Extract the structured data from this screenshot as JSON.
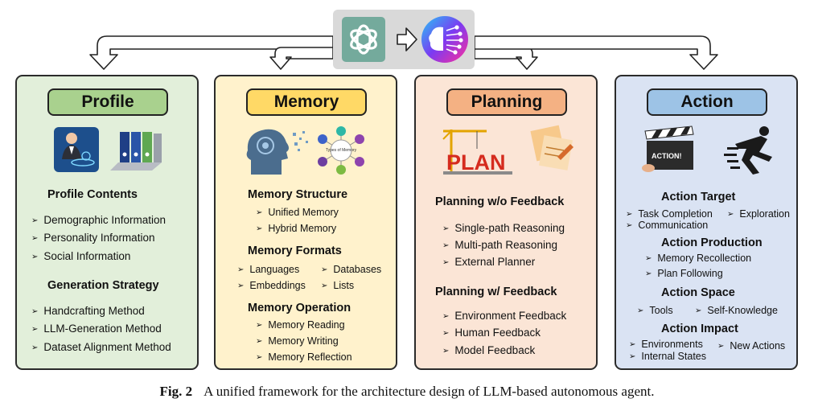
{
  "colors": {
    "profile_bg": "#e2efda",
    "profile_pill": "#a9d18e",
    "memory_bg": "#fff2cc",
    "memory_pill": "#ffd966",
    "planning_bg": "#fbe5d6",
    "planning_pill": "#f4b183",
    "action_bg": "#dae3f3",
    "action_pill": "#9dc3e6",
    "top_box": "#d9d9d9"
  },
  "icons": {
    "llm_logo": "openai-knot-icon",
    "transition": "outline-right-arrow-icon",
    "ai_brain": "neural-brain-icon"
  },
  "profile": {
    "title": "Profile",
    "images": [
      "businessman-hologram-icon",
      "filing-cabinet-icon"
    ],
    "contents_heading": "Profile Contents",
    "contents": [
      "Demographic  Information",
      "Personality Information",
      "Social Information"
    ],
    "strategy_heading": "Generation Strategy",
    "strategies": [
      "Handcrafting Method",
      "LLM-Generation Method",
      "Dataset  Alignment Method"
    ]
  },
  "memory": {
    "title": "Memory",
    "images": [
      "digital-head-icon",
      "memory-types-wheel-icon"
    ],
    "wheel_label": "Types of Memory",
    "structure_heading": "Memory Structure",
    "structure": [
      "Unified Memory",
      "Hybrid Memory"
    ],
    "formats_heading": "Memory Formats",
    "formats": [
      "Languages",
      "Databases",
      "Embeddings",
      "Lists"
    ],
    "operation_heading": "Memory Operation",
    "operations": [
      "Memory Reading",
      "Memory Writing",
      "Memory Reflection"
    ]
  },
  "planning": {
    "title": "Planning",
    "images": [
      "plan-crane-icon",
      "sticky-notes-icon"
    ],
    "plan_text": "PLAN",
    "without_heading": "Planning w/o Feedback",
    "without": [
      "Single-path Reasoning",
      "Multi-path Reasoning",
      "External Planner"
    ],
    "with_heading": "Planning w/ Feedback",
    "with": [
      "Environment Feedback",
      "Human Feedback",
      "Model Feedback"
    ]
  },
  "action": {
    "title": "Action",
    "images": [
      "clapperboard-icon",
      "running-figure-icon"
    ],
    "clapper_text": "ACTION!",
    "target_heading": "Action Target",
    "target": [
      "Task Completion",
      "Exploration",
      "Communication"
    ],
    "production_heading": "Action Production",
    "production": [
      "Memory Recollection",
      "Plan Following"
    ],
    "space_heading": "Action Space",
    "space": [
      "Tools",
      "Self-Knowledge"
    ],
    "impact_heading": "Action Impact",
    "impact": [
      "Environments",
      "New Actions",
      "Internal States"
    ]
  },
  "caption": {
    "label": "Fig. 2",
    "text": "A unified framework for the architecture design of LLM-based autonomous agent."
  }
}
